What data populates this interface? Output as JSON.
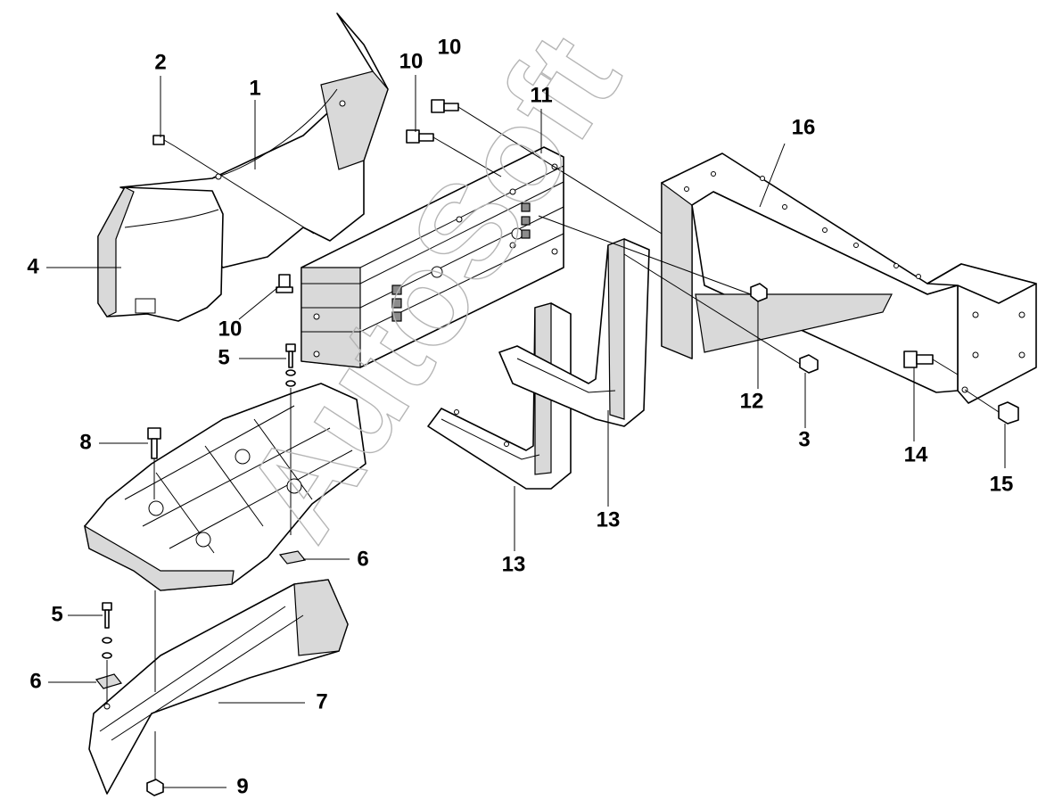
{
  "watermark": "AutoSoft",
  "callouts": {
    "c1": "1",
    "c2": "2",
    "c3": "3",
    "c4": "4",
    "c5a": "5",
    "c5b": "5",
    "c6a": "6",
    "c6b": "6",
    "c7": "7",
    "c8": "8",
    "c9": "9",
    "c10a": "10",
    "c10b": "10",
    "c10c": "10",
    "c11": "11",
    "c12": "12",
    "c13a": "13",
    "c13b": "13",
    "c14": "14",
    "c15": "15",
    "c16": "16"
  }
}
